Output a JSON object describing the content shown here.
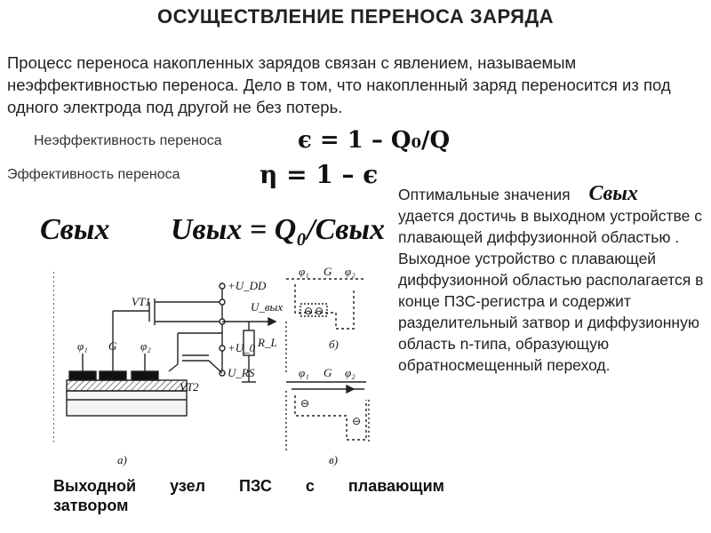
{
  "title": "ОСУЩЕСТВЛЕНИЕ  ПЕРЕНОСА  ЗАРЯДА",
  "intro": "Процесс переноса накопленных зарядов связан с явлением, называемым неэффективностью переноса. Дело в том, что накопленный заряд переносится из под одного электрода под другой не без потерь.",
  "inefficiency": {
    "label": "Неэффективность переноса",
    "formula": "ϵ = 1 – Q₀/Q"
  },
  "efficiency": {
    "label": "Эффективность переноса",
    "formula": "η = 1 – ϵ"
  },
  "cout_symbol": "Cвых",
  "voltage_formula": "Uвых = Q₀/Cвых",
  "right_panel": {
    "line1": "Оптимальные значения",
    "cout_symbol": "Cвых",
    "text": "удается достичь в выходном устройстве с плавающей диффузионной областью . Выходное устройство с плавающей диффузионной областью располагается в конце ПЗС-регистра и содержит разделительный затвор     и диффузионную область n-типа, образующую обратносмещенный переход."
  },
  "diagram": {
    "vt1": "VT1",
    "vt2": "VT2",
    "udd": "+U_DD",
    "uout": "U_вых",
    "u0": "+U_0",
    "urs": "U_RS",
    "rl": "R_L",
    "phi1": "φ₁",
    "g": "G",
    "phi2": "φ₂",
    "sub_a": "а)",
    "sub_b": "б)",
    "sub_c": "в)",
    "minus": "⊖"
  },
  "caption": {
    "line1": "Выходной  узел  ПЗС  с  плавающим",
    "line2": "затвором"
  }
}
